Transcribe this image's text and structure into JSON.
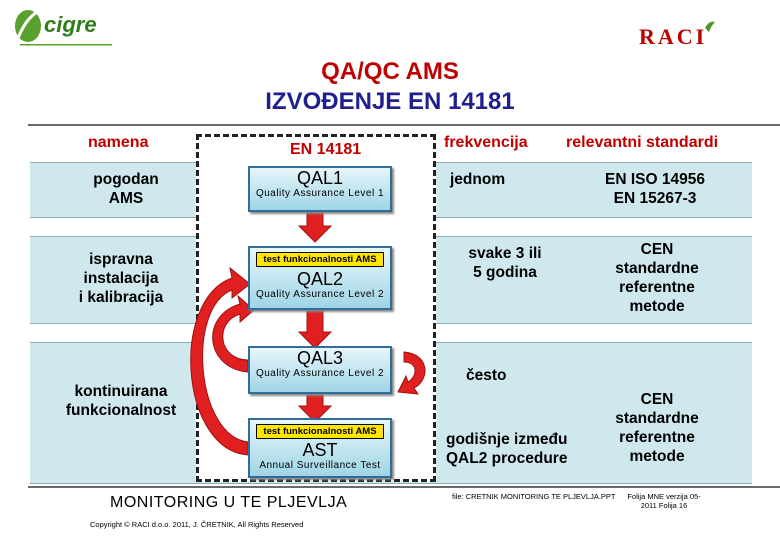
{
  "header": {
    "logo_left": "cigre",
    "logo_right": "RACI",
    "title_line1": "QA/QC AMS",
    "title_line2": "IZVOĐENJE EN 14181"
  },
  "columns": {
    "namena": "namena",
    "en": "EN 14181",
    "frekvencija": "frekvencija",
    "standardi": "relevantni standardi"
  },
  "rows": [
    {
      "namena": [
        "pogodan",
        "AMS"
      ],
      "frekvencija": [
        "jednom"
      ],
      "standardi": [
        "EN ISO 14956",
        "EN 15267-3"
      ]
    },
    {
      "namena": [
        "ispravna",
        "instalacija",
        "i kalibracija"
      ],
      "frekvencija": [
        "svake 3 ili",
        "5 godina"
      ],
      "standardi": [
        "CEN",
        "standardne",
        "referentne",
        "metode"
      ]
    },
    {
      "namena": [
        "kontinuirana",
        "funkcionalnost"
      ],
      "frekvencija_top": [
        "često"
      ],
      "frekvencija_bottom": [
        "godišnje između",
        "QAL2 procedure"
      ],
      "standardi": [
        "CEN",
        "standardne",
        "referentne",
        "metode"
      ]
    }
  ],
  "qal": {
    "qal1": {
      "title": "QAL1",
      "sub": "Quality Assurance Level 1"
    },
    "qal2": {
      "test": "test funkcionalnosti AMS",
      "title": "QAL2",
      "sub": "Quality Assurance Level 2"
    },
    "qal3": {
      "title": "QAL3",
      "sub": "Quality Assurance Level 2"
    },
    "ast": {
      "test": "test funkcionalnosti AMS",
      "title": "AST",
      "sub": "Annual Surveillance Test"
    }
  },
  "footer": {
    "main": "MONITORING U TE PLJEVLJA",
    "copyright": "Copyright © RACI d.o.o. 2011, J. ČRETNIK, All Rights Reserved",
    "file": "file: CRETNIK MONITORING TE PLJEVLJA.PPT",
    "page_line1": "Folija MNE verzija 05-",
    "page_line2": "2011     Folija 16"
  },
  "colors": {
    "accent_red": "#c00000",
    "title_blue": "#1f1f8f",
    "band": "#cfe8ee",
    "arrow_red": "#e02020"
  }
}
